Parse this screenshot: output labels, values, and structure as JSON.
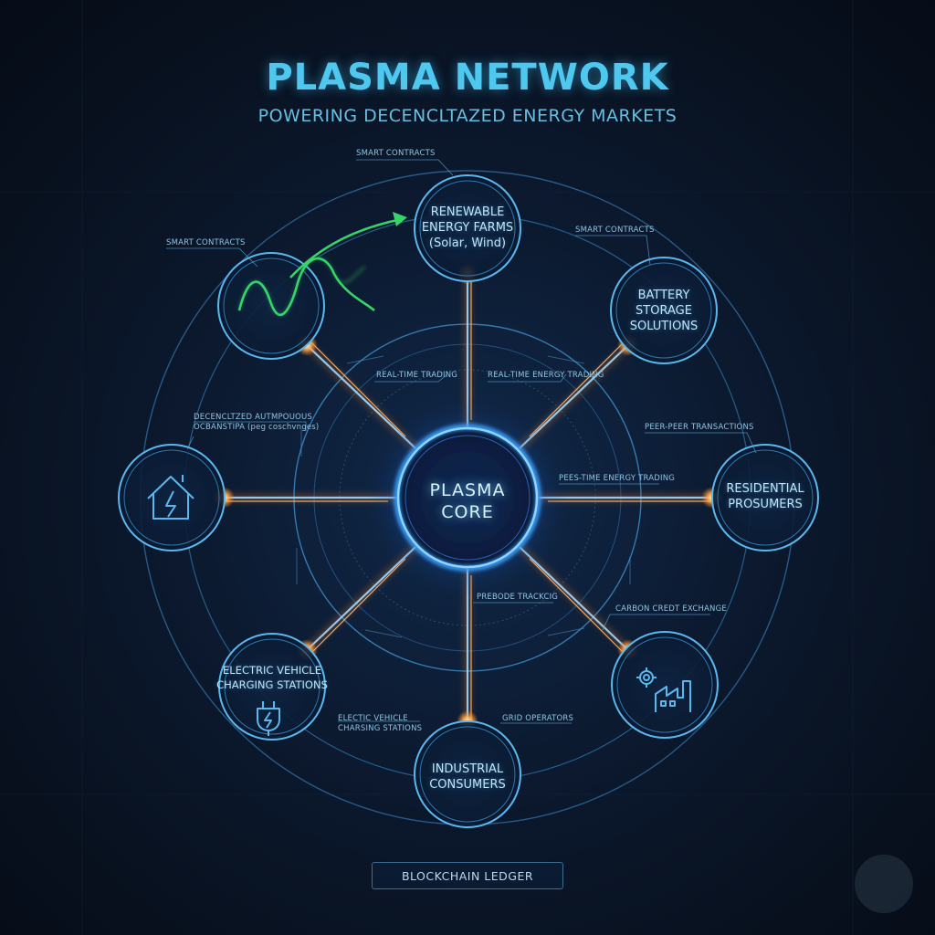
{
  "header": {
    "title": "PLASMA NETWORK",
    "subtitle": "POWERING DECENCLTAZED ENERGY MARKETS"
  },
  "core": {
    "line1": "PLASMA",
    "line2": "CORE"
  },
  "nodes": [
    {
      "id": "renewable",
      "lines": [
        "RENEWABLE",
        "ENERGY FARMS",
        "(Solar, Wind)"
      ]
    },
    {
      "id": "battery",
      "lines": [
        "BATTERY",
        "STORAGE",
        "SOLUTIONS"
      ]
    },
    {
      "id": "residential",
      "lines": [
        "RESIDENTIAL",
        "PROSUMERS"
      ]
    },
    {
      "id": "industrial",
      "lines": [
        "INDUSTRIAL",
        "CONSUMERS"
      ]
    },
    {
      "id": "ev",
      "lines": [
        "ELECTRIC VEHICLE",
        "CHARGING STATIONS"
      ]
    }
  ],
  "icons": {
    "wave_node": "wave-chart-icon",
    "home_node": "house-bolt-icon",
    "ev_node": "plug-bolt-icon",
    "factory_node": "factory-gear-icon"
  },
  "annotations": {
    "smart_contracts_top": "SMART CONTRACTS",
    "smart_contracts_left": "SMART CONTRACTS",
    "smart_contracts_right": "SMART CONTRACTS",
    "decentralized_line1": "DECENCLTZED AUTMPOUOUS",
    "decentralized_line2": "OCBANSTIPA (peg coschvnges)",
    "real_time_trading": "REAL-TIME TRADING",
    "real_time_energy_trading": "REAL-TIME ENERGY TRADING",
    "peer_peer_transactions": "PEER-PEER TRANSACTIONS",
    "pees_time_energy_trading": "PEES-TIME ENERGY TRADING",
    "carbon_credit_exchange": "CARBON CREDT EXCHANGE",
    "prebode_tracking": "PREBODE TRACKCIG",
    "ev_line1": "ELECTIC VEHICLE",
    "ev_line2": "CHARSING STATIONS",
    "grid_operators": "GRID OPERATORS"
  },
  "footer": {
    "ledger": "BLOCKCHAIN LEDGER"
  },
  "colors": {
    "title": "#4fc8f0",
    "ring": "#3f8fc7",
    "node_stroke": "#5ab8ee",
    "spoke_glow": "#ff9a3c",
    "core_glow": "#3aa0ff",
    "wave": "#37d46a"
  }
}
